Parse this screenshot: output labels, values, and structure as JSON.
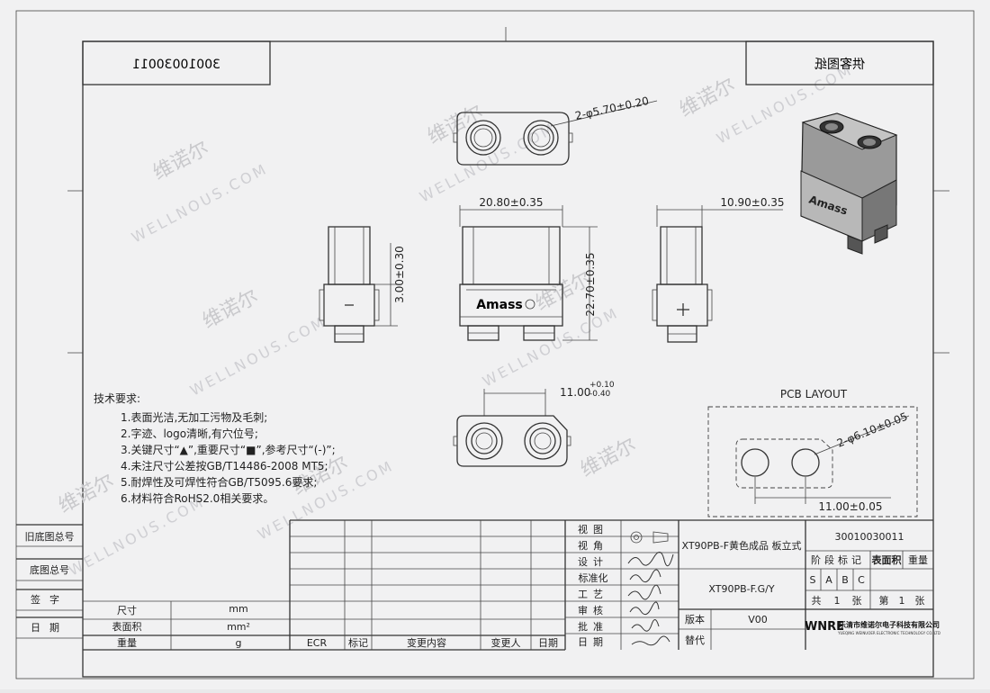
{
  "drawing_number": "30010030011",
  "stamp_label": "供客图纸",
  "watermark": {
    "cn": "维诺尔",
    "en": "WELLNOUS.COM"
  },
  "brand_text": "Amass",
  "dimensions": {
    "hole_dia": "2-φ5.70±0.20",
    "width": "20.80±0.35",
    "depth": "10.90±0.35",
    "height": "22.70±0.35",
    "step": "3.00±0.30",
    "bottom_len": "11.00",
    "bottom_tol_plus": "+0.10",
    "bottom_tol_minus": "-0.40",
    "pcb_hole_dia": "2-φ6.10±0.05",
    "pcb_pitch": "11.00±0.05"
  },
  "pcb_layout_label": "PCB LAYOUT",
  "notes": {
    "title": "技术要求:",
    "items": [
      "1.表面光洁,无加工污物及毛刺;",
      "2.字迹、logo清晰,有穴位号;",
      "3.关键尺寸“▲”,重要尺寸“■”,参考尺寸“(-)”;",
      "4.未注尺寸公差按GB/T14486-2008 MT5;",
      "5.耐焊性及可焊性符合GB/T5095.6要求;",
      "6.材料符合RoHS2.0相关要求。"
    ]
  },
  "left_block": {
    "rows": [
      "旧底图总号",
      "底图总号",
      "签字",
      "日期"
    ]
  },
  "title_block": {
    "props": [
      {
        "label": "尺寸",
        "unit": "mm"
      },
      {
        "label": "表面积",
        "unit": "mm²"
      },
      {
        "label": "重量",
        "unit": "g"
      }
    ],
    "revision_headers": [
      "ECR",
      "标记",
      "变更内容",
      "变更人",
      "日期"
    ],
    "roles": [
      "视图",
      "视角",
      "设计",
      "标准化",
      "工艺",
      "审核",
      "批准",
      "日期"
    ],
    "part_name": "XT90PB-F黄色成品 板立式",
    "part_no": "XT90PB-F.G/Y",
    "version_label": "版本",
    "version": "V00",
    "replace_label": "替代",
    "doc_no": "30010030011",
    "stage_headers": [
      "阶段标记",
      "表面积",
      "重量"
    ],
    "stage_marks": [
      "S",
      "A",
      "B",
      "C"
    ],
    "total_label": "共",
    "total_val": "1",
    "sheet_unit": "张",
    "page_label": "第",
    "page_val": "1",
    "company_logo": "WNRE",
    "company_name": "乐清市维诺尔电子科技有限公司",
    "company_en": "YUEQING WEINUOER ELECTRONIC TECHNOLOGY CO.,LTD"
  }
}
